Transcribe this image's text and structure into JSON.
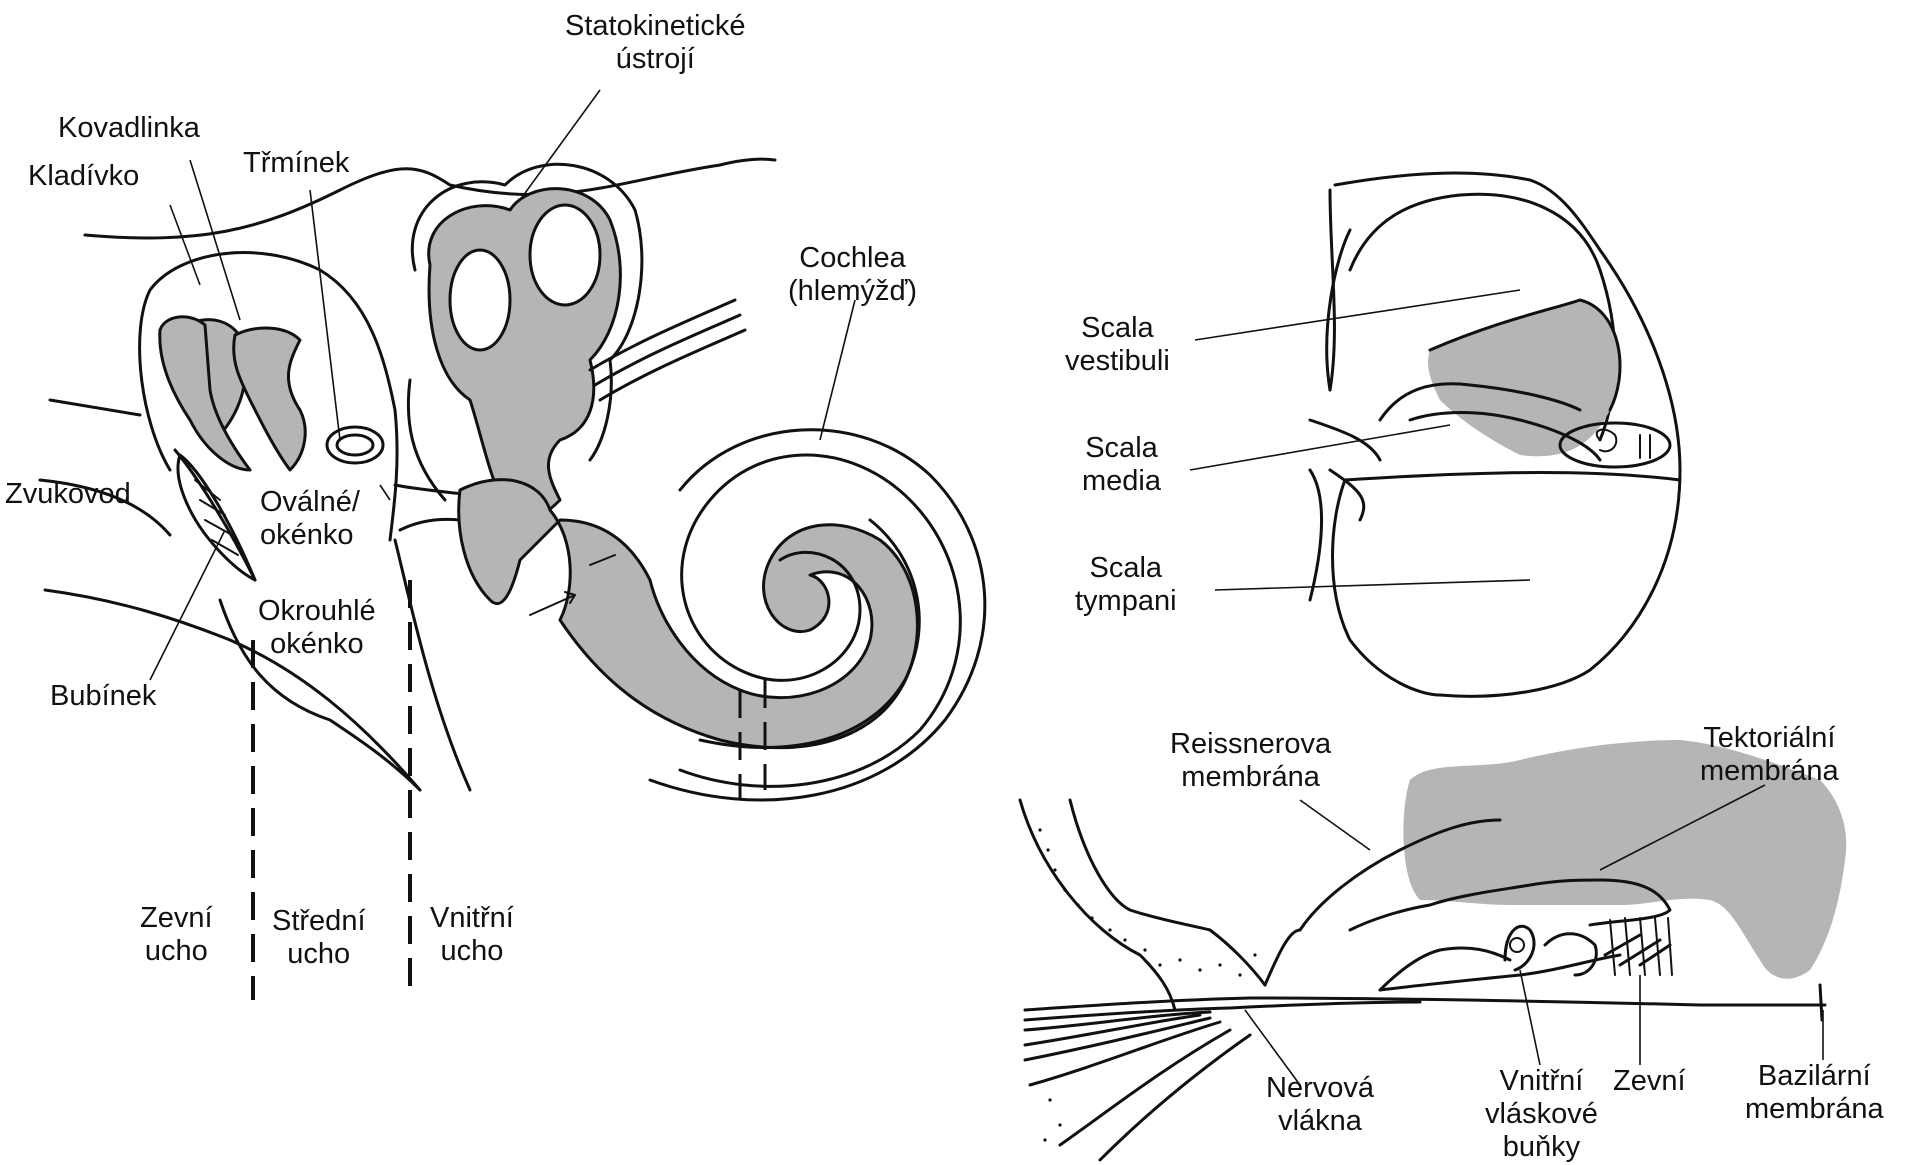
{
  "labels": {
    "statokineticke": "Statokinetické\nústrojí",
    "kovadlinka": "Kovadlinka",
    "kladivko": "Kladívko",
    "trminek": "Třmínek",
    "cochlea": "Cochlea\n(hlemýžď)",
    "zvukovod": "Zvukovod",
    "ovalne": "Oválné/\nokénko",
    "okrouhle": "Okrouhlé\nokénko",
    "bubinek": "Bubínek",
    "zevni_ucho": "Zevní\nucho",
    "stredni_ucho": "Střední\nucho",
    "vnitrni_ucho": "Vnitřní\nucho",
    "scala_vestibuli": "Scala\nvestibuli",
    "scala_media": "Scala\nmedia",
    "scala_tympani": "Scala\ntympani",
    "reissnerova": "Reissnerova\nmembrána",
    "tektorialni": "Tektoriální\nmembrána",
    "nervova": "Nervová\nvlákna",
    "vnitrni_vlaskove": "Vnitřní\nvláskové\nbuňky",
    "zevni_bunky": "Zevní",
    "bazilarni": "Bazilární\nmembrána"
  },
  "colors": {
    "ink": "#111111",
    "fill": "#b5b5b5",
    "background": "#ffffff"
  }
}
